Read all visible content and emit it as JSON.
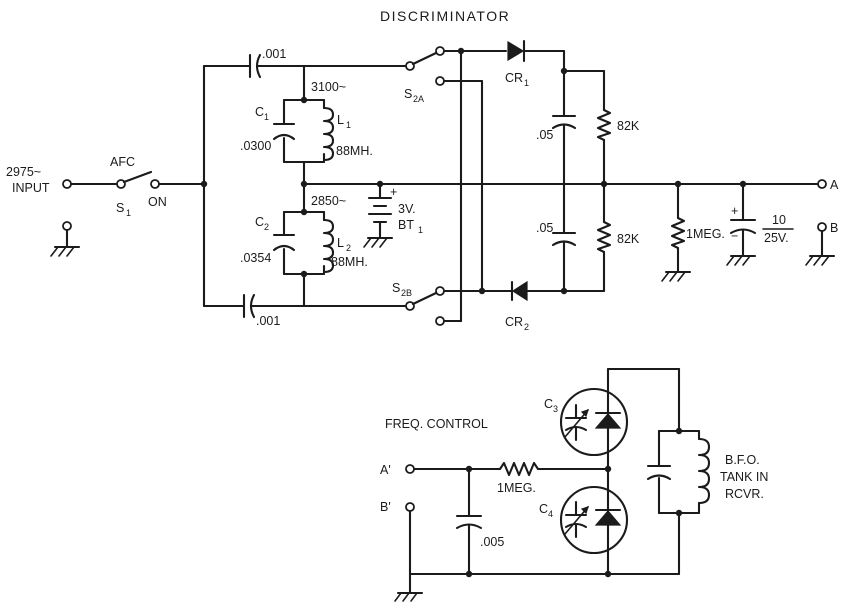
{
  "title": "DISCRIMINATOR",
  "colors": {
    "ink": "#1b1b1b",
    "paper": "#ffffff"
  },
  "labels": {
    "input_freq": "2975~",
    "input": "INPUT",
    "afc": "AFC",
    "s1": "S",
    "s1_sub": "1",
    "on": "ON",
    "c_top": ".001",
    "c_bottom": ".001",
    "freq_upper": "3100~",
    "freq_lower": "2850~",
    "c1": "C",
    "c1_sub": "1",
    "c1_value": ".0300",
    "l1": "L",
    "l1_sub": "1",
    "l1_value": "88MH.",
    "c2": "C",
    "c2_sub": "2",
    "c2_value": ".0354",
    "l2": "L",
    "l2_sub": "2",
    "l2_value": "88MH.",
    "bt_value": "3V.",
    "bt": "BT",
    "bt_sub": "1",
    "bt_plus": "+",
    "s2a": "S",
    "s2a_sub": "2A",
    "s2b": "S",
    "s2b_sub": "2B",
    "cr1": "CR",
    "cr1_sub": "1",
    "cr2": "CR",
    "cr2_sub": "2",
    "cap_upper": ".05",
    "cap_lower": ".05",
    "res_upper": "82K",
    "res_lower": "82K",
    "res_load": "1MEG.",
    "elec_plus": "+",
    "elec_minus": "−",
    "elec_cap": "10",
    "elec_volt": "25V.",
    "out_a": "A",
    "out_b": "B",
    "freq_control": "FREQ. CONTROL",
    "in_a": "A'",
    "in_b": "B'",
    "res_fc": "1MEG.",
    "cap_fc": ".005",
    "c3": "C",
    "c3_sub": "3",
    "c4": "C",
    "c4_sub": "4",
    "bfo_1": "B.F.O.",
    "bfo_2": "TANK IN",
    "bfo_3": "RCVR."
  }
}
